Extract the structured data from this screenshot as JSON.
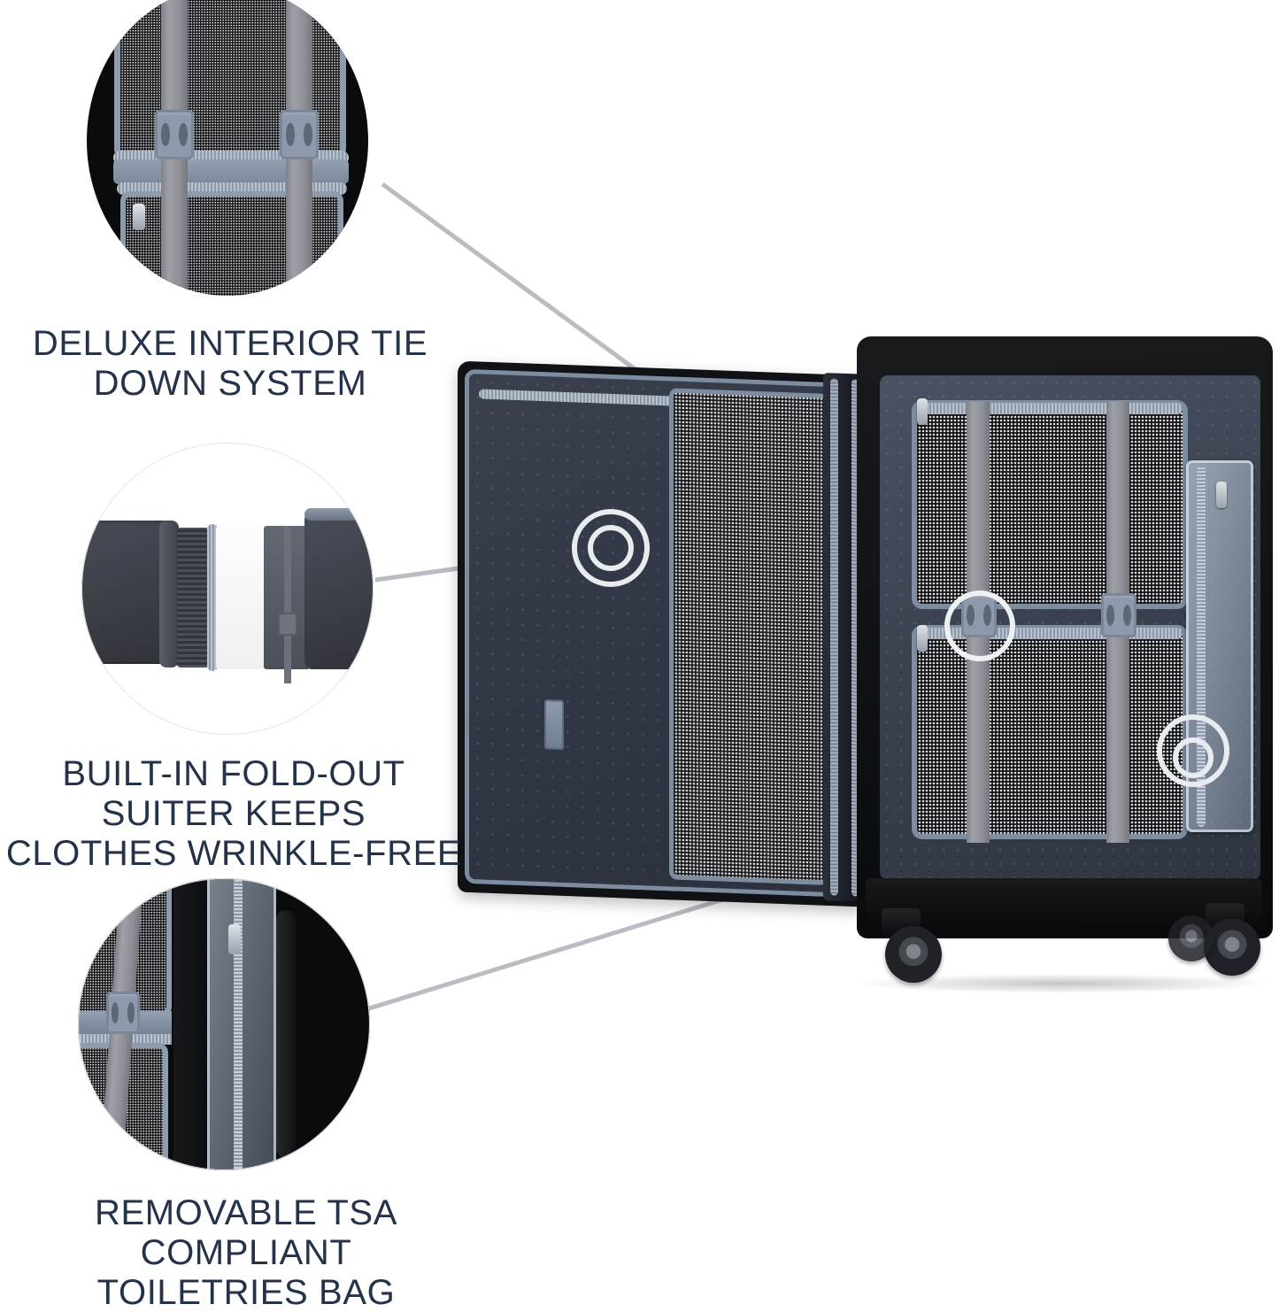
{
  "meta": {
    "background_color": "#ffffff",
    "caption_color": "#24324a",
    "callout_line_color": "#b9bdc2",
    "target_ring_color": "#e9ecee",
    "subject": "softside spinner carry-on luggage, opened flat, interior view"
  },
  "captions": [
    {
      "id": "tie-down",
      "text": "DELUXE INTERIOR TIE\nDOWN SYSTEM",
      "lines": [
        "DELUXE INTERIOR TIE",
        "DOWN SYSTEM"
      ]
    },
    {
      "id": "suiter",
      "text": "BUILT-IN FOLD-OUT\nSUITER KEEPS\nCLOTHES WRINKLE-FREE",
      "lines": [
        "BUILT-IN FOLD-OUT",
        "SUITER KEEPS",
        "CLOTHES WRINKLE-FREE"
      ]
    },
    {
      "id": "toiletries",
      "text": "REMOVABLE TSA COMPLIANT\nTOILETRIES BAG",
      "lines": [
        "REMOVABLE TSA COMPLIANT",
        "TOILETRIES BAG"
      ]
    }
  ],
  "insets": [
    {
      "id": "inset-tie-down",
      "label": "close-up of gray tie-down straps with buckles over blue-gray mesh pockets",
      "shape": "circle"
    },
    {
      "id": "inset-suiter",
      "label": "close-up of the fold-out suiter panel opened flat",
      "shape": "circle"
    },
    {
      "id": "inset-toiletries",
      "label": "close-up of the clear removable TSA toiletries bag at the case side",
      "shape": "circle"
    }
  ],
  "callouts": [
    {
      "id": "callout-tie-down",
      "from_inset": "inset-tie-down",
      "to_target": "target-buckle"
    },
    {
      "id": "callout-suiter",
      "from_inset": "inset-suiter",
      "to_target": "target-lid-panel"
    },
    {
      "id": "callout-toiletries",
      "from_inset": "inset-toiletries",
      "to_target": "target-side-pouch"
    }
  ],
  "targets": [
    {
      "id": "target-lid-panel",
      "style": "double-ring",
      "label": "fold-out suiter panel in lid"
    },
    {
      "id": "target-buckle",
      "style": "single-ring",
      "label": "tie-down strap buckle"
    },
    {
      "id": "target-side-pouch",
      "style": "double-ring",
      "label": "removable toiletries bag pocket"
    }
  ],
  "product": {
    "name": "spinner-suitcase",
    "parts": [
      "carry-handle",
      "lid-panel",
      "lid-mesh-pocket",
      "hinge-divider",
      "upper-mesh-pocket",
      "lower-mesh-pocket",
      "tie-down-straps",
      "strap-buckles",
      "side-toiletries-pouch",
      "spinner-wheels"
    ],
    "wheel_count": 4,
    "colors": {
      "shell": "#101114",
      "lining": "#3b4250",
      "trim": "#7f8da1",
      "strap": "#8b8e94",
      "mesh": "#d2d5da"
    }
  }
}
